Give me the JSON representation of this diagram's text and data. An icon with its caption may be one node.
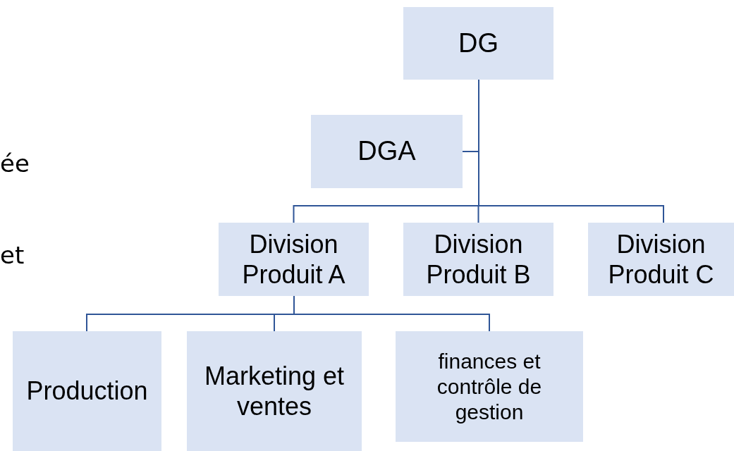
{
  "diagram": {
    "nodes": [
      {
        "text": [
          "DG"
        ]
      },
      {
        "text": [
          "DGA"
        ]
      },
      {
        "text": [
          "Division Produit A"
        ]
      },
      {
        "text": [
          "Division Produit B"
        ]
      },
      {
        "text": [
          "Division Produit C"
        ]
      },
      {
        "text": [
          "Production"
        ]
      },
      {
        "text": [
          "Marketing et ventes"
        ]
      },
      {
        "text": [
          "finances et contrôle de gestion"
        ]
      }
    ],
    "edges": [
      {
        "from": 0,
        "to": 1,
        "arrow": "none"
      },
      {
        "from": 0,
        "to": 2,
        "arrow": "none"
      },
      {
        "from": 0,
        "to": 3,
        "arrow": "none"
      },
      {
        "from": 0,
        "to": 4,
        "arrow": "none"
      },
      {
        "from": 2,
        "to": 5,
        "arrow": "none"
      },
      {
        "from": 2,
        "to": 6,
        "arrow": "none"
      },
      {
        "from": 2,
        "to": 7,
        "arrow": "none"
      }
    ],
    "labels": [
      "ée",
      "et"
    ]
  }
}
